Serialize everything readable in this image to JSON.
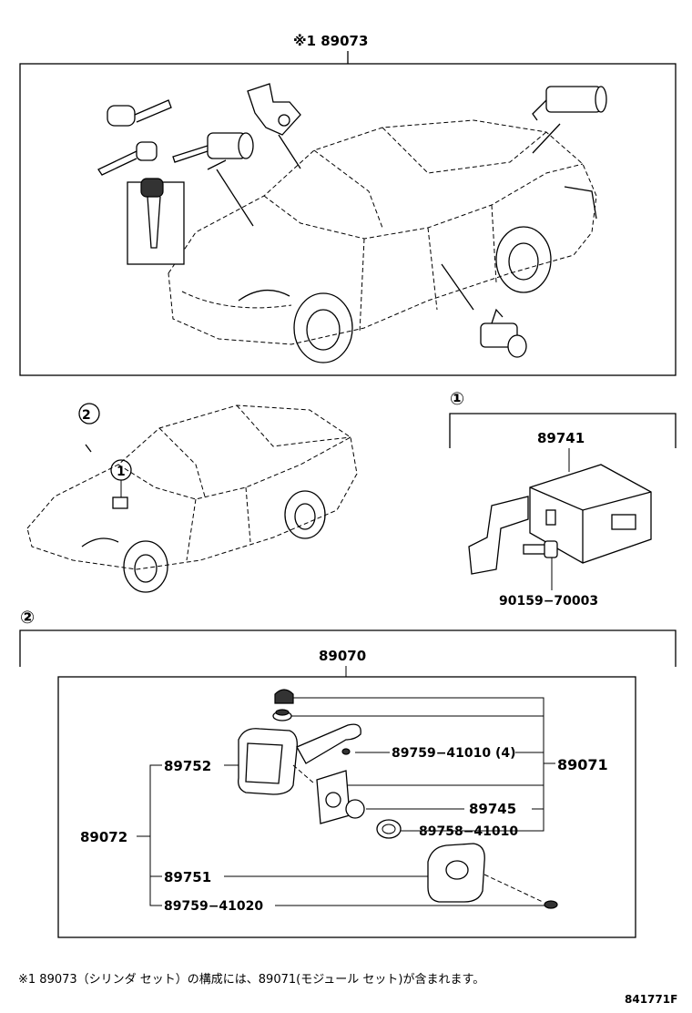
{
  "labels": {
    "cylinder_set": "※1 89073",
    "callout_1": "①",
    "callout_2": "②",
    "p89741": "89741",
    "p90159": "90159−70003",
    "p89070": "89070",
    "p89752": "89752",
    "p89759_41010": "89759−41010 (4)",
    "p89071": "89071",
    "p89745": "89745",
    "p89758": "89758−41010",
    "p89072": "89072",
    "p89751": "89751",
    "p89759_41020": "89759−41020"
  },
  "footnote": "※1 89073（シリンダ セット）の構成には、89071(モジュール セット)が含まれます。",
  "drawing_code": "841771F"
}
